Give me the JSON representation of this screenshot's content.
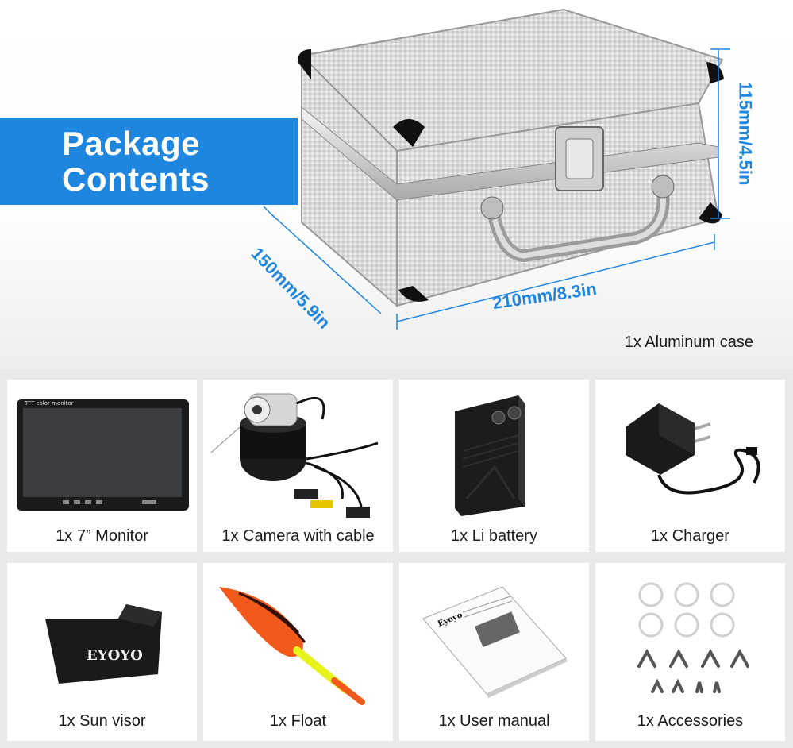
{
  "hero": {
    "banner_line1": "Package",
    "banner_line2": "Contents",
    "dim_width": "210mm/8.3in",
    "dim_depth": "150mm/5.9in",
    "dim_height": "115mm/4.5in",
    "caption": "1x Aluminum case"
  },
  "items": [
    {
      "label": "1x 7”  Monitor",
      "screen_text": "TFT color monitor"
    },
    {
      "label": "1x Camera with cable"
    },
    {
      "label": "1x Li battery"
    },
    {
      "label": "1x Charger"
    },
    {
      "label": "1x Sun visor",
      "brand": "EYOYO"
    },
    {
      "label": "1x Float"
    },
    {
      "label": "1x User manual",
      "brand": "Eyoyo"
    },
    {
      "label": "1x Accessories"
    }
  ],
  "colors": {
    "accent": "#1f86e0",
    "float_orange": "#f25a1c",
    "float_yellow": "#e8f21c"
  }
}
